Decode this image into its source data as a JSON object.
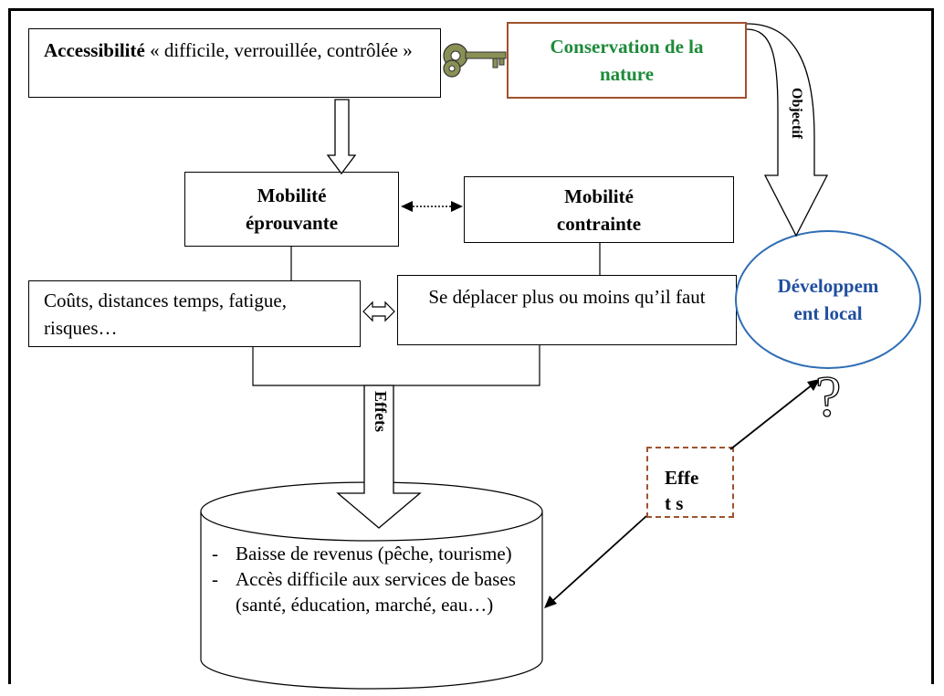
{
  "accessibilite": {
    "bold": "Accessibilité",
    "rest": " « difficile, verrouillée, contrôlée »"
  },
  "conservation": {
    "label": "Conservation de la nature",
    "color": "#1e8a3a"
  },
  "mobilite_eprouvante": "Mobilité éprouvante",
  "mobilite_contrainte": "Mobilité contrainte",
  "couts": "Coûts, distances temps, fatigue, risques…",
  "deplacer": "Se déplacer plus ou moins qu’il faut",
  "effets_arrow": "Effets",
  "objectif": "Objectif",
  "developpement": {
    "label": "Développem ent local",
    "color": "#1f4e9e"
  },
  "question_mark": "?",
  "effets_box": "Effet s",
  "cylinder": {
    "items": [
      "Baisse de revenus (pêche, tourisme)",
      "Accès difficile aux services de bases (santé, éducation, marché, eau…)"
    ]
  },
  "colors": {
    "brown": "#a0522d",
    "blue": "#2e6db4",
    "green": "#1e8a3a"
  },
  "icons": {
    "key": "key-icon"
  }
}
